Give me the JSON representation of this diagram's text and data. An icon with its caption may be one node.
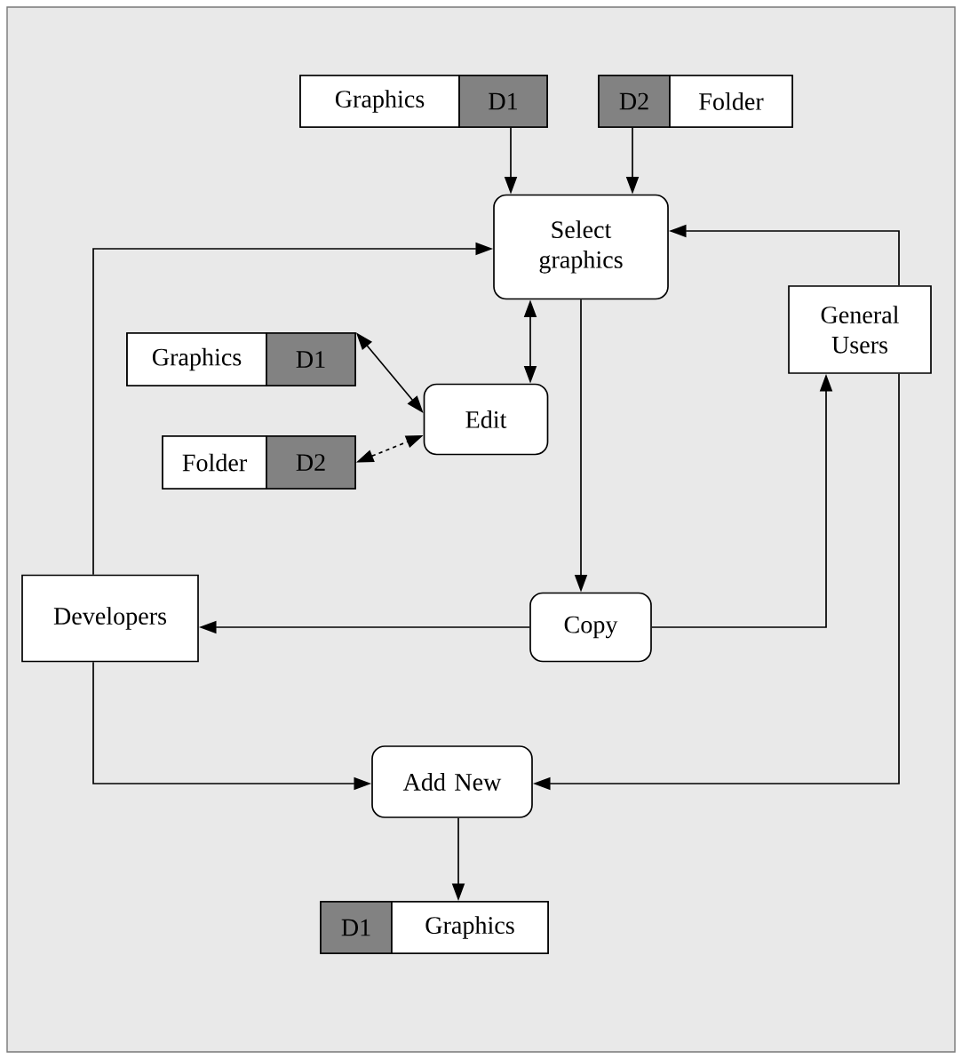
{
  "diagram": {
    "nodes": [
      {
        "text": [
          "Graphics",
          "D1"
        ]
      },
      {
        "text": [
          "D2",
          "Folder"
        ]
      },
      {
        "text": [
          "Select graphics"
        ]
      },
      {
        "text": [
          "General Users"
        ]
      },
      {
        "text": [
          "Graphics",
          "D1"
        ]
      },
      {
        "text": [
          "Edit"
        ]
      },
      {
        "text": [
          "Folder",
          "D2"
        ]
      },
      {
        "text": [
          "Developers"
        ]
      },
      {
        "text": [
          "Copy"
        ]
      },
      {
        "text": [
          "Add New"
        ]
      },
      {
        "text": [
          "D1",
          "Graphics"
        ]
      }
    ],
    "edges": [
      {
        "from": 0,
        "to": 2,
        "arrow": "to"
      },
      {
        "from": 1,
        "to": 2,
        "arrow": "to"
      },
      {
        "from": 7,
        "to": 2,
        "arrow": "to"
      },
      {
        "from": 3,
        "to": 2,
        "arrow": "to"
      },
      {
        "from": 2,
        "to": 5,
        "arrow": "both"
      },
      {
        "from": 4,
        "to": 5,
        "arrow": "both"
      },
      {
        "from": 6,
        "to": 5,
        "arrow": "both",
        "style": "dashed"
      },
      {
        "from": 2,
        "to": 8,
        "arrow": "to"
      },
      {
        "from": 8,
        "to": 7,
        "arrow": "to"
      },
      {
        "from": 8,
        "to": 3,
        "arrow": "to"
      },
      {
        "from": 7,
        "to": 9,
        "arrow": "to"
      },
      {
        "from": 3,
        "to": 9,
        "arrow": "to"
      },
      {
        "from": 9,
        "to": 10,
        "arrow": "to"
      }
    ]
  }
}
